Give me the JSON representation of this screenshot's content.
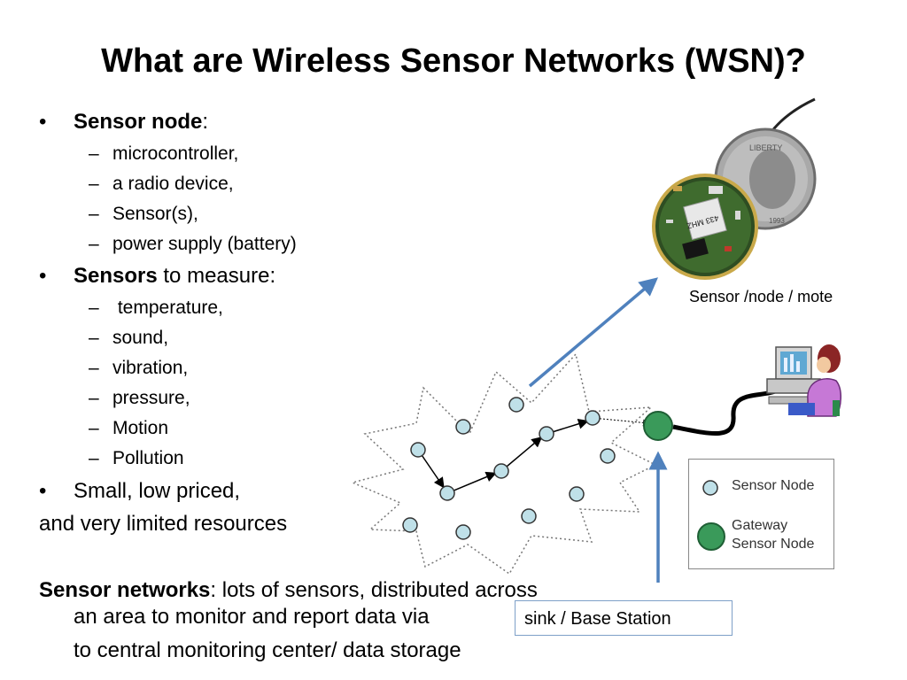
{
  "title": "What are Wireless Sensor Networks (WSN)?",
  "bullets": {
    "sensor_node": {
      "bold": "Sensor node",
      "rest": ":",
      "items": [
        "microcontroller,",
        "a radio device,",
        "Sensor(s),",
        "power supply (battery)"
      ]
    },
    "sensors": {
      "bold": "Sensors",
      "rest": " to measure:",
      "items": [
        " temperature,",
        "sound,",
        "vibration,",
        "pressure,",
        "Motion",
        "Pollution"
      ]
    },
    "small": {
      "line1": "Small, low priced,",
      "line2": "and very limited resources"
    }
  },
  "networks": {
    "bold": "Sensor networks",
    "line1_rest": ": lots of sensors, distributed across",
    "line2": "an area to monitor and report data via",
    "line3": "to central monitoring  center/ data storage"
  },
  "sink_label": "sink / Base Station",
  "mote_label": "Sensor /node / mote",
  "coin_text": "LIBERTY",
  "coin_year": "1993",
  "chip_text": "433 MHZ",
  "legend": {
    "sensor_node": "Sensor Node",
    "gateway_line1": "Gateway",
    "gateway_line2": "Sensor Node"
  },
  "colors": {
    "node_fill": "#bfe0e8",
    "gateway_fill": "#3a9a5a",
    "arrow": "#4f81bd"
  }
}
